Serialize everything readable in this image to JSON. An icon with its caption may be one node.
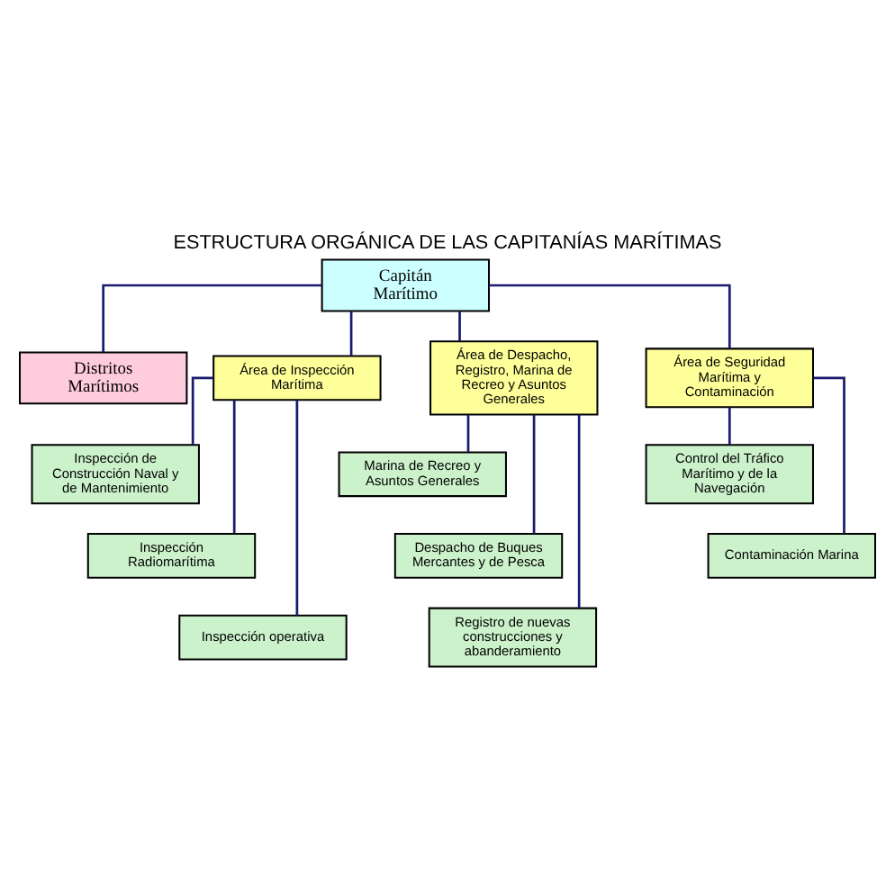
{
  "diagram": {
    "title": "ESTRUCTURA ORGÁNICA DE LAS CAPITANÍAS MARÍTIMAS",
    "nodes": [
      {
        "text": [
          "Capitán Marítimo"
        ]
      },
      {
        "text": [
          "Distritos Marítimos"
        ]
      },
      {
        "text": [
          "Área de Inspección Marítima"
        ]
      },
      {
        "text": [
          "Área de Despacho, Registro, Marina de Recreo y Asuntos Generales"
        ]
      },
      {
        "text": [
          "Área de Seguridad Marítima y Contaminación"
        ]
      },
      {
        "text": [
          "Inspección de Construcción Naval y de Mantenimiento"
        ]
      },
      {
        "text": [
          "Inspección Radiomarítima"
        ]
      },
      {
        "text": [
          "Inspección operativa"
        ]
      },
      {
        "text": [
          "Marina de Recreo y Asuntos Generales"
        ]
      },
      {
        "text": [
          "Despacho de Buques Mercantes y de Pesca"
        ]
      },
      {
        "text": [
          "Registro de nuevas construcciones y abanderamiento"
        ]
      },
      {
        "text": [
          "Control del Tráfico Marítimo y de la Navegación"
        ]
      },
      {
        "text": [
          "Contaminación Marina"
        ]
      }
    ],
    "edges": [
      {
        "from": 0,
        "to": 1,
        "arrow": "none"
      },
      {
        "from": 0,
        "to": 2,
        "arrow": "none"
      },
      {
        "from": 0,
        "to": 3,
        "arrow": "none"
      },
      {
        "from": 0,
        "to": 4,
        "arrow": "none"
      },
      {
        "from": 2,
        "to": 5,
        "arrow": "none"
      },
      {
        "from": 2,
        "to": 6,
        "arrow": "none"
      },
      {
        "from": 2,
        "to": 7,
        "arrow": "none"
      },
      {
        "from": 3,
        "to": 8,
        "arrow": "none"
      },
      {
        "from": 3,
        "to": 9,
        "arrow": "none"
      },
      {
        "from": 3,
        "to": 10,
        "arrow": "none"
      },
      {
        "from": 4,
        "to": 11,
        "arrow": "none"
      },
      {
        "from": 4,
        "to": 12,
        "arrow": "none"
      }
    ]
  }
}
